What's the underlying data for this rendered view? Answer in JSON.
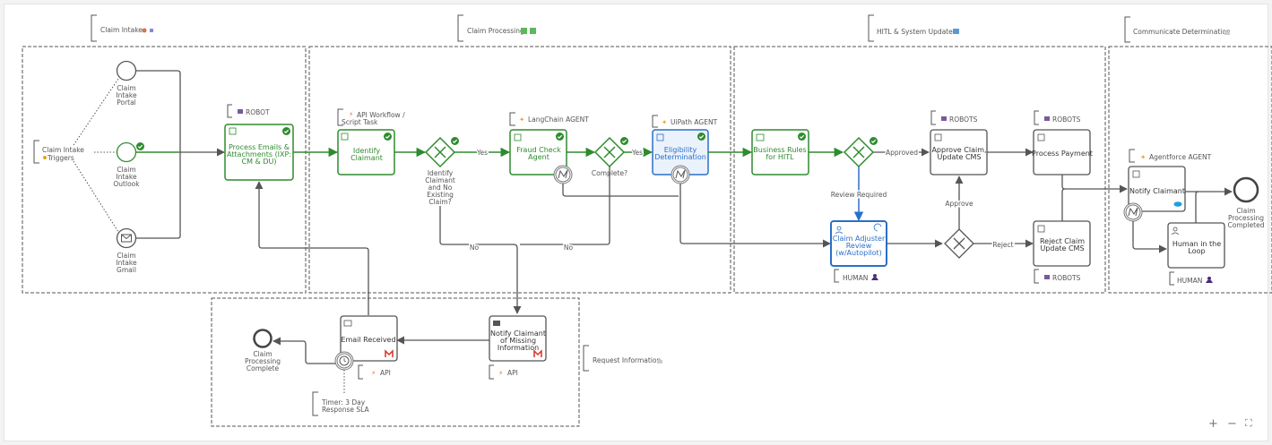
{
  "lanes": {
    "claim_intake": {
      "title": "Claim Intake",
      "icons": [
        "package-icon",
        "dot-icon"
      ]
    },
    "claim_processing": {
      "title": "Claim Processing",
      "icons": [
        "check-box-icon",
        "check-box-icon"
      ]
    },
    "hitl": {
      "title": "HITL & System Updates",
      "icons": [
        "monitor-icon"
      ]
    },
    "communicate": {
      "title": "Communicate Determination",
      "icons": [
        "doc-icon"
      ]
    },
    "request_info": {
      "title": "Request Information",
      "icons": [
        "doc-icon"
      ]
    }
  },
  "annotations": {
    "triggers_line1": "Claim Intake",
    "triggers_line2": "Triggers",
    "robot": "ROBOT",
    "api_workflow_line1": "API Workflow /",
    "api_workflow_line2": "Script Task",
    "langchain": "LangChain AGENT",
    "uipath": "UiPath AGENT",
    "robots_approve": "ROBOTS",
    "robots_payment": "ROBOTS",
    "robots_reject": "ROBOTS",
    "human_adjuster": "HUMAN",
    "agentforce": "Agentforce AGENT",
    "human_loop": "HUMAN",
    "api_email": "API",
    "api_notify": "API",
    "timer_line1": "Timer: 3 Day",
    "timer_line2": "Response SLA"
  },
  "events": {
    "portal": [
      "Claim",
      "Intake",
      "Portal"
    ],
    "outlook": [
      "Claim",
      "Intake",
      "Outlook"
    ],
    "gmail": [
      "Claim",
      "Intake",
      "Gmail"
    ],
    "end_completed": [
      "Claim",
      "Processing",
      "Completed"
    ],
    "end_complete": [
      "Claim",
      "Processing",
      "Complete"
    ]
  },
  "tasks": {
    "process_emails": [
      "Process Emails &",
      "Attachments    (IXP:",
      "CM & DU)"
    ],
    "identify_claimant": [
      "Identify",
      "Claimant"
    ],
    "fraud_check": [
      "Fraud Check",
      "Agent"
    ],
    "eligibility": [
      "Eligibility",
      "Determination"
    ],
    "business_rules": [
      "Business Rules",
      "for HITL"
    ],
    "approve_claim": [
      "Approve Claim,",
      "Update CMS"
    ],
    "process_payment": [
      "Process Payment"
    ],
    "claim_adjuster": [
      "Claim Adjuster",
      "Review",
      "(w/Autopilot)"
    ],
    "reject_claim": [
      "Reject Claim",
      "Update CMS"
    ],
    "notify_claimant": [
      "Notify Claimant"
    ],
    "human_loop": [
      "Human in the",
      "Loop"
    ],
    "email_received": [
      "Email Received"
    ],
    "notify_missing": [
      "Notify Claimant",
      "of Missing",
      "Information"
    ]
  },
  "gateways": {
    "identify_gw": [
      "Identify",
      "Claimant",
      "and No",
      "Existing",
      "Claim?"
    ],
    "complete_gw": [
      "Complete?"
    ]
  },
  "flow_labels": {
    "yes1": "Yes",
    "yes2": "Yes",
    "no1": "No",
    "no2": "No",
    "approved": "Approved",
    "review_required": "Review Required",
    "approve": "Approve",
    "reject": "Reject"
  },
  "controls": {
    "zoom_in": "+",
    "zoom_out": "−",
    "fit": "⛶"
  },
  "colors": {
    "completed": "#2e8b2e",
    "active": "#2a6fc9",
    "default": "#555555"
  }
}
